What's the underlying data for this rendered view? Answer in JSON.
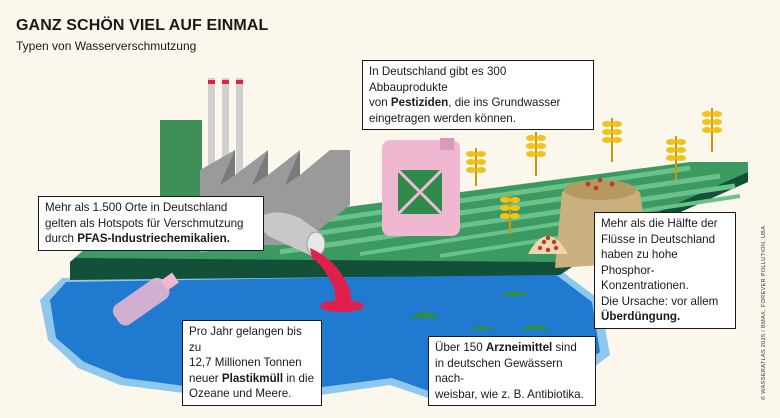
{
  "header": {
    "title": "GANZ SCHÖN VIEL AUF EINMAL",
    "subtitle": "Typen von Wasserverschmutzung"
  },
  "boxes": {
    "pesticides": {
      "line1": "In Deutschland gibt es 300 Abbauprodukte",
      "line2_pre": "von ",
      "line2_bold": "Pestiziden",
      "line2_post": ", die ins Grundwasser",
      "line3": "eingetragen werden können."
    },
    "pfas": {
      "line1": "Mehr als 1.500 Orte in Deutschland",
      "line2": "gelten als Hotspots für Verschmutzung",
      "line3_pre": "durch ",
      "line3_bold": "PFAS-Industriechemikalien."
    },
    "phosphor": {
      "line1": "Mehr als die Hälfte der",
      "line2": "Flüsse in Deutschland",
      "line3": "haben zu hohe Phosphor-",
      "line4": "Konzentrationen.",
      "line5": "Die Ursache: vor allem",
      "line6_bold": "Überdüngung."
    },
    "plastic": {
      "line1": "Pro Jahr gelangen bis zu",
      "line2": "12,7 Millionen Tonnen",
      "line3_pre": "neuer ",
      "line3_bold": "Plastikmüll",
      "line3_post": " in die",
      "line4": "Ozeane und Meere."
    },
    "medicine": {
      "line1_pre": "Über 150 ",
      "line1_bold": "Arzneimittel",
      "line1_post": " sind",
      "line2": "in deutschen Gewässern nach-",
      "line3": "weisbar, wie z. B. Antibiotika."
    }
  },
  "credit": "© WASSERATLAS 2025 / BMAX, FOREVER POLLUTION, UBA",
  "colors": {
    "field_green": "#3a9a62",
    "field_stripe": "#6cc188",
    "water_blue": "#1f7ad0",
    "water_light": "#8fc8ec",
    "factory_green": "#3f8f58",
    "factory_grey": "#9a9a9a",
    "pollution_red": "#e0204c",
    "canister_pink": "#f0b8d0",
    "wheat_yellow": "#f3c21a",
    "sack_tan": "#c9b07e",
    "fertilizer_red": "#c0392b",
    "ground_dark": "#12503a"
  }
}
